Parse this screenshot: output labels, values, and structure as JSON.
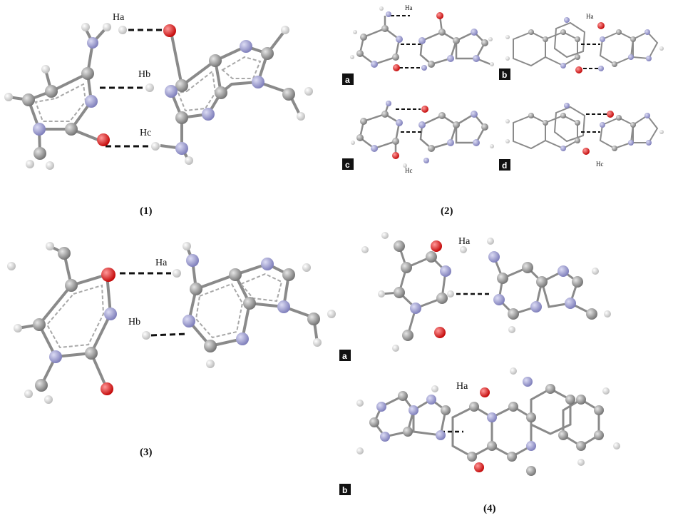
{
  "figure": {
    "captions": {
      "c1": "(1)",
      "c2": "(2)",
      "c3": "(3)",
      "c4": "(4)"
    },
    "atom_labels": {
      "p1_ha": "Ha",
      "p1_hb": "Hb",
      "p1_hc": "Hc",
      "p2_a_ha": "Ha",
      "p2_b_ha": "Ha",
      "p2_c_hc": "Hc",
      "p2_d_hc": "Hc",
      "p3_ha": "Ha",
      "p3_hb": "Hb",
      "p4_a_ha": "Ha",
      "p4_b_ha": "Ha"
    },
    "panel_tags": {
      "p2_a": "a",
      "p2_b": "b",
      "p2_c": "c",
      "p2_d": "d",
      "p4_a": "a",
      "p4_b": "b"
    },
    "atom_colors": {
      "carbon": "#8c8c8c",
      "nitrogen": "#9a9ad2",
      "oxygen": "#e01b1b",
      "hydrogen": "#eeeeee",
      "bond": "#8a8a8a",
      "hbond": "#111111"
    }
  }
}
